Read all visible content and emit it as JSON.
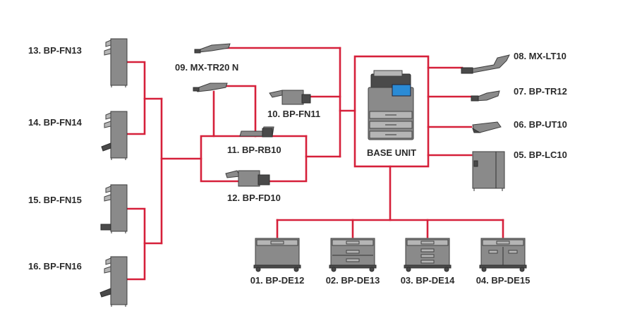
{
  "base_unit": {
    "label": "BASE UNIT"
  },
  "options": {
    "de12": "01. BP-DE12",
    "de13": "02. BP-DE13",
    "de14": "03. BP-DE14",
    "de15": "04. BP-DE15",
    "lc10": "05. BP-LC10",
    "ut10": "06. BP-UT10",
    "tr12": "07. BP-TR12",
    "lt10": "08. MX-LT10",
    "tr20": "09. MX-TR20 N",
    "fn11": "10. BP-FN11",
    "rb10": "11. BP-RB10",
    "fd10": "12. BP-FD10",
    "fn13": "13. BP-FN13",
    "fn14": "14. BP-FN14",
    "fn15": "15. BP-FN15",
    "fn16": "16. BP-FN16"
  },
  "colors": {
    "connector": "#d6203a",
    "device": "#8a8a8a",
    "label": "#2b2b2b"
  }
}
